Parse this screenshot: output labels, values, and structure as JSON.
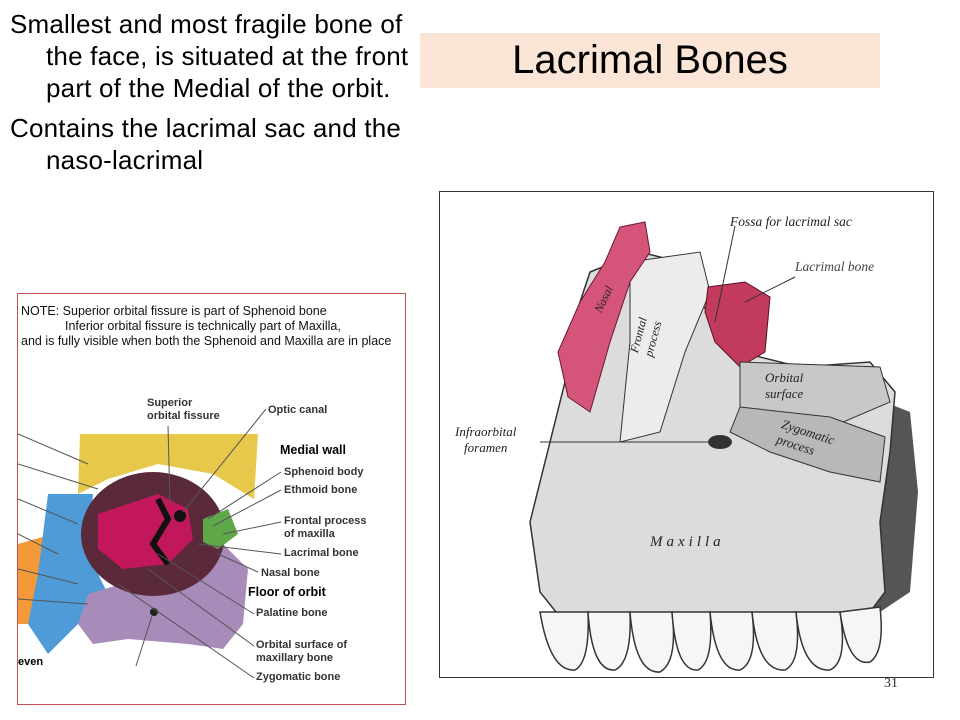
{
  "slide": {
    "title": "Lacrimal Bones",
    "bullets": [
      "Smallest and most fragile bone of the face, is situated at the front part of the Medial of the orbit.",
      "Contains the lacrimal  sac and the naso-lacrimal"
    ],
    "slide_number": "31"
  },
  "left_figure": {
    "note_line1": "NOTE:  Superior orbital fissure is part of Sphenoid bone",
    "note_line2": "Inferior orbital fissure is technically part of Maxilla,",
    "note_line3": "and is fully visible when both the Sphenoid and Maxilla are in place",
    "labels": {
      "superior_orbital_fissure": "Superior\norbital fissure",
      "optic_canal": "Optic canal",
      "medial_wall": "Medial wall",
      "sphenoid_body": "Sphenoid body",
      "ethmoid_bone": "Ethmoid bone",
      "frontal_process": "Frontal process\nof maxilla",
      "lacrimal_bone": "Lacrimal bone",
      "nasal_bone": "Nasal bone",
      "floor_of_orbit": "Floor of orbit",
      "palatine_bone": "Palatine bone",
      "orbital_surface": "Orbital surface of\nmaxillary bone",
      "zygomatic_bone": "Zygomatic bone",
      "cut_word": "even"
    },
    "colors": {
      "frontal": "#e8c84a",
      "sphenoid": "#c2185b",
      "maxilla": "#a78bb8",
      "zygomatic": "#4f9bd8",
      "ethmoid": "#5fa84a",
      "temporal": "#f29a3a"
    }
  },
  "right_figure": {
    "labels": {
      "fossa": "Fossa for lacrimal sac",
      "lacrimal_bone": "Lacrimal bone",
      "nasal": "Nasal",
      "frontal_process": "Frontal\nprocess",
      "orbital_surface": "Orbital\nsurface",
      "zygomatic_process": "Zygomatic\nprocess",
      "infraorbital_foramen": "Infraorbital\nforamen",
      "maxilla": "Maxilla"
    },
    "colors": {
      "bone": "#dcdcdc",
      "nasal_highlight": "#d4547a",
      "lacrimal_highlight": "#c23a5e",
      "shadow": "#444444"
    }
  }
}
